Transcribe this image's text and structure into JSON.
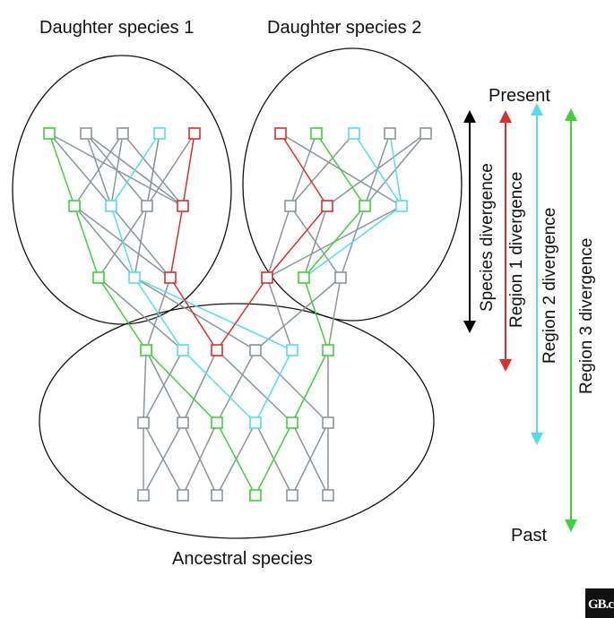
{
  "labels": {
    "daughter1": "Daughter species 1",
    "daughter2": "Daughter species 2",
    "ancestral": "Ancestral species",
    "present": "Present",
    "past": "Past"
  },
  "arrows": [
    {
      "id": "species",
      "label": "Species divergence",
      "color": "#000000"
    },
    {
      "id": "region1",
      "label": "Region 1 divergence",
      "color": "#d9302c"
    },
    {
      "id": "region2",
      "label": "Region 2 divergence",
      "color": "#55dde8"
    },
    {
      "id": "region3",
      "label": "Region 3 divergence",
      "color": "#3fd13a"
    }
  ],
  "colors": {
    "gray": "#8a969c",
    "green": "#3fd13a",
    "cyan": "#55dde8",
    "red": "#d9302c",
    "outline": "#111111"
  },
  "logo_text": "GB.c",
  "generations": [
    [
      "gray",
      "gray",
      "gray",
      "green",
      "gray",
      "gray"
    ],
    [
      "gray",
      "gray",
      "green",
      "cyan",
      "green",
      "gray"
    ],
    [
      "green",
      "cyan",
      "red",
      "gray",
      "cyan",
      "green"
    ],
    [
      "green",
      "cyan",
      "red",
      "red",
      "green",
      "gray"
    ],
    [
      "green",
      "cyan",
      "gray",
      "red",
      "gray",
      "red",
      "green",
      "cyan"
    ],
    [
      "green",
      "gray",
      "gray",
      "cyan",
      "red",
      "red",
      "green",
      "cyan",
      "gray",
      "gray"
    ]
  ],
  "links": [
    {
      "from": [
        0,
        0
      ],
      "to": [
        1,
        0
      ],
      "color": "gray"
    },
    {
      "from": [
        0,
        0
      ],
      "to": [
        1,
        1
      ],
      "color": "gray"
    },
    {
      "from": [
        0,
        1
      ],
      "to": [
        1,
        0
      ],
      "color": "gray"
    },
    {
      "from": [
        0,
        1
      ],
      "to": [
        1,
        2
      ],
      "color": "gray"
    },
    {
      "from": [
        0,
        2
      ],
      "to": [
        1,
        1
      ],
      "color": "gray"
    },
    {
      "from": [
        0,
        2
      ],
      "to": [
        1,
        3
      ],
      "color": "gray"
    },
    {
      "from": [
        0,
        3
      ],
      "to": [
        1,
        2
      ],
      "color": "green"
    },
    {
      "from": [
        0,
        3
      ],
      "to": [
        1,
        4
      ],
      "color": "green"
    },
    {
      "from": [
        0,
        4
      ],
      "to": [
        1,
        3
      ],
      "color": "gray"
    },
    {
      "from": [
        0,
        4
      ],
      "to": [
        1,
        5
      ],
      "color": "gray"
    },
    {
      "from": [
        0,
        5
      ],
      "to": [
        1,
        4
      ],
      "color": "gray"
    },
    {
      "from": [
        0,
        5
      ],
      "to": [
        1,
        5
      ],
      "color": "gray"
    },
    {
      "from": [
        1,
        0
      ],
      "to": [
        2,
        0
      ],
      "color": "gray"
    },
    {
      "from": [
        1,
        0
      ],
      "to": [
        2,
        1
      ],
      "color": "gray"
    },
    {
      "from": [
        1,
        1
      ],
      "to": [
        2,
        0
      ],
      "color": "gray"
    },
    {
      "from": [
        1,
        1
      ],
      "to": [
        2,
        2
      ],
      "color": "gray"
    },
    {
      "from": [
        1,
        2
      ],
      "to": [
        2,
        0
      ],
      "color": "green"
    },
    {
      "from": [
        1,
        2
      ],
      "to": [
        2,
        3
      ],
      "color": "gray"
    },
    {
      "from": [
        1,
        3
      ],
      "to": [
        2,
        1
      ],
      "color": "cyan"
    },
    {
      "from": [
        1,
        3
      ],
      "to": [
        2,
        4
      ],
      "color": "cyan"
    },
    {
      "from": [
        1,
        4
      ],
      "to": [
        2,
        5
      ],
      "color": "green"
    },
    {
      "from": [
        1,
        4
      ],
      "to": [
        2,
        2
      ],
      "color": "gray"
    },
    {
      "from": [
        1,
        5
      ],
      "to": [
        2,
        3
      ],
      "color": "gray"
    },
    {
      "from": [
        1,
        5
      ],
      "to": [
        2,
        5
      ],
      "color": "gray"
    },
    {
      "from": [
        2,
        0
      ],
      "to": [
        3,
        0
      ],
      "color": "green"
    },
    {
      "from": [
        2,
        1
      ],
      "to": [
        3,
        0
      ],
      "color": "gray"
    },
    {
      "from": [
        2,
        1
      ],
      "to": [
        3,
        1
      ],
      "color": "cyan"
    },
    {
      "from": [
        2,
        0
      ],
      "to": [
        3,
        2
      ],
      "color": "gray"
    },
    {
      "from": [
        2,
        2
      ],
      "to": [
        3,
        2
      ],
      "color": "red"
    },
    {
      "from": [
        2,
        2
      ],
      "to": [
        3,
        3
      ],
      "color": "red"
    },
    {
      "from": [
        2,
        3
      ],
      "to": [
        3,
        1
      ],
      "color": "gray"
    },
    {
      "from": [
        2,
        3
      ],
      "to": [
        3,
        5
      ],
      "color": "gray"
    },
    {
      "from": [
        2,
        4
      ],
      "to": [
        3,
        1
      ],
      "color": "cyan"
    },
    {
      "from": [
        2,
        4
      ],
      "to": [
        3,
        3
      ],
      "color": "gray"
    },
    {
      "from": [
        2,
        5
      ],
      "to": [
        3,
        4
      ],
      "color": "green"
    },
    {
      "from": [
        2,
        5
      ],
      "to": [
        3,
        5
      ],
      "color": "gray"
    },
    {
      "from": [
        3,
        0
      ],
      "to": [
        4,
        0
      ],
      "color": "green"
    },
    {
      "from": [
        3,
        0
      ],
      "to": [
        4,
        2
      ],
      "color": "gray"
    },
    {
      "from": [
        3,
        1
      ],
      "to": [
        4,
        1
      ],
      "color": "cyan"
    },
    {
      "from": [
        3,
        1
      ],
      "to": [
        4,
        2
      ],
      "color": "gray"
    },
    {
      "from": [
        3,
        1
      ],
      "to": [
        4,
        0
      ],
      "color": "gray"
    },
    {
      "from": [
        3,
        2
      ],
      "to": [
        4,
        3
      ],
      "color": "red"
    },
    {
      "from": [
        3,
        2
      ],
      "to": [
        4,
        1
      ],
      "color": "gray"
    },
    {
      "from": [
        3,
        2
      ],
      "to": [
        4,
        0
      ],
      "color": "gray"
    },
    {
      "from": [
        3,
        3
      ],
      "to": [
        4,
        5
      ],
      "color": "red"
    },
    {
      "from": [
        3,
        3
      ],
      "to": [
        4,
        4
      ],
      "color": "gray"
    },
    {
      "from": [
        3,
        3
      ],
      "to": [
        4,
        7
      ],
      "color": "gray"
    },
    {
      "from": [
        3,
        4
      ],
      "to": [
        4,
        6
      ],
      "color": "green"
    },
    {
      "from": [
        3,
        4
      ],
      "to": [
        4,
        7
      ],
      "color": "cyan"
    },
    {
      "from": [
        3,
        4
      ],
      "to": [
        4,
        5
      ],
      "color": "gray"
    },
    {
      "from": [
        3,
        5
      ],
      "to": [
        4,
        4
      ],
      "color": "gray"
    },
    {
      "from": [
        3,
        5
      ],
      "to": [
        4,
        6
      ],
      "color": "gray"
    },
    {
      "from": [
        4,
        0
      ],
      "to": [
        5,
        0
      ],
      "color": "green"
    },
    {
      "from": [
        4,
        0
      ],
      "to": [
        5,
        2
      ],
      "color": "gray"
    },
    {
      "from": [
        4,
        1
      ],
      "to": [
        5,
        3
      ],
      "color": "cyan"
    },
    {
      "from": [
        4,
        1
      ],
      "to": [
        5,
        1
      ],
      "color": "gray"
    },
    {
      "from": [
        4,
        1
      ],
      "to": [
        5,
        2
      ],
      "color": "gray"
    },
    {
      "from": [
        4,
        2
      ],
      "to": [
        5,
        1
      ],
      "color": "gray"
    },
    {
      "from": [
        4,
        2
      ],
      "to": [
        5,
        3
      ],
      "color": "gray"
    },
    {
      "from": [
        4,
        2
      ],
      "to": [
        5,
        4
      ],
      "color": "gray"
    },
    {
      "from": [
        4,
        3
      ],
      "to": [
        5,
        4
      ],
      "color": "red"
    },
    {
      "from": [
        4,
        3
      ],
      "to": [
        5,
        0
      ],
      "color": "gray"
    },
    {
      "from": [
        4,
        3
      ],
      "to": [
        5,
        2
      ],
      "color": "gray"
    },
    {
      "from": [
        4,
        4
      ],
      "to": [
        5,
        6
      ],
      "color": "gray"
    },
    {
      "from": [
        4,
        4
      ],
      "to": [
        5,
        7
      ],
      "color": "gray"
    },
    {
      "from": [
        4,
        5
      ],
      "to": [
        5,
        5
      ],
      "color": "red"
    },
    {
      "from": [
        4,
        5
      ],
      "to": [
        5,
        9
      ],
      "color": "gray"
    },
    {
      "from": [
        4,
        6
      ],
      "to": [
        5,
        6
      ],
      "color": "green"
    },
    {
      "from": [
        4,
        6
      ],
      "to": [
        5,
        8
      ],
      "color": "gray"
    },
    {
      "from": [
        4,
        6
      ],
      "to": [
        5,
        9
      ],
      "color": "gray"
    },
    {
      "from": [
        4,
        7
      ],
      "to": [
        5,
        7
      ],
      "color": "cyan"
    },
    {
      "from": [
        4,
        7
      ],
      "to": [
        5,
        8
      ],
      "color": "cyan"
    },
    {
      "from": [
        4,
        7
      ],
      "to": [
        5,
        5
      ],
      "color": "gray"
    },
    {
      "from": [
        4,
        3
      ],
      "to": [
        5,
        1
      ],
      "color": "gray"
    },
    {
      "from": [
        4,
        1
      ],
      "to": [
        5,
        0
      ],
      "color": "gray"
    },
    {
      "from": [
        4,
        2
      ],
      "to": [
        5,
        3
      ],
      "color": "gray"
    }
  ]
}
